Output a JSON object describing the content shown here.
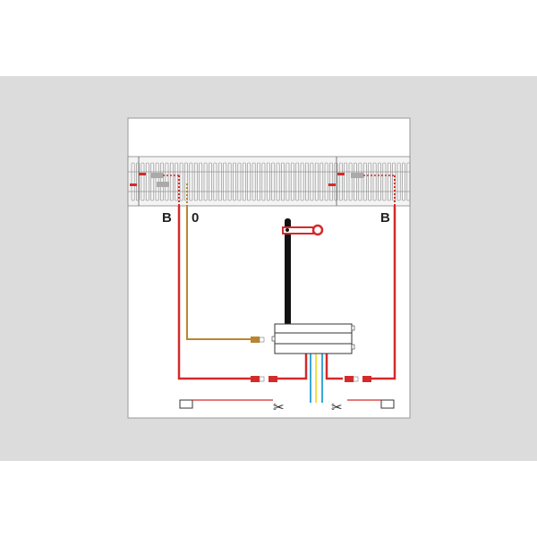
{
  "labels": {
    "left_b": "B",
    "left_zero": "0",
    "right_b": "B"
  },
  "colors": {
    "background_band": "#dcdcdc",
    "panel": "#ffffff",
    "red_wire": "#d42a2a",
    "brown_wire": "#b8862e",
    "blue_wire": "#3aa8d8",
    "yellow_wire": "#f2e23a",
    "signal_mast": "#111111"
  },
  "icons": [
    "scissors-icon",
    "scissors-icon",
    "plug-icon",
    "socket-icon",
    "signal-icon",
    "track-icon"
  ]
}
